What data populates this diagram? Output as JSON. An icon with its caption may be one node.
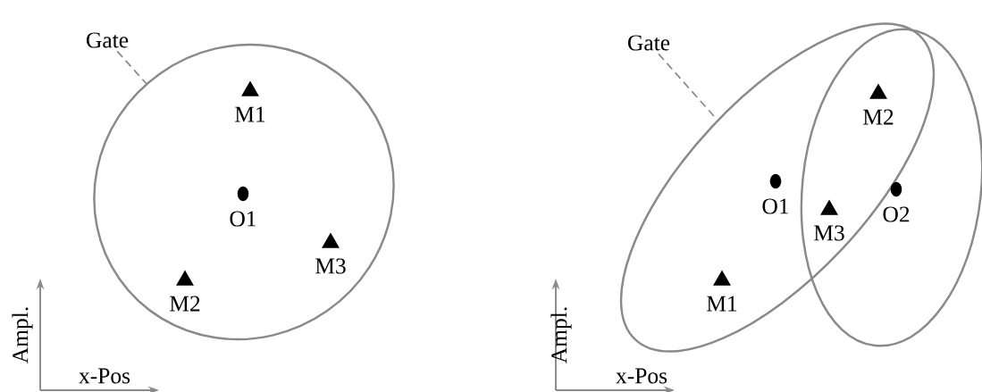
{
  "diagram": {
    "nodes": [
      {
        "text": [
          "Gate"
        ]
      },
      {
        "text": [],
        "shape": "ellipse"
      },
      {
        "text": [],
        "shape": "triangle",
        "beside": [
          "M1"
        ],
        "in": 1
      },
      {
        "text": [],
        "shape": "circle",
        "beside": [
          "O1"
        ],
        "in": 1
      },
      {
        "text": [],
        "shape": "triangle",
        "beside": [
          "M3"
        ],
        "in": 1
      },
      {
        "text": [],
        "shape": "triangle",
        "beside": [
          "M2"
        ],
        "in": 1
      },
      {
        "text": [
          "Gate"
        ]
      },
      {
        "text": [],
        "shape": "ellipse"
      },
      {
        "text": [],
        "shape": "ellipse"
      },
      {
        "text": [],
        "shape": "triangle",
        "beside": [
          "M2"
        ]
      },
      {
        "text": [],
        "shape": "circle",
        "beside": [
          "O1"
        ],
        "in": 7
      },
      {
        "text": [],
        "shape": "triangle",
        "beside": [
          "M3"
        ]
      },
      {
        "text": [],
        "shape": "circle",
        "beside": [
          "O2"
        ],
        "in": 8
      },
      {
        "text": [],
        "shape": "triangle",
        "beside": [
          "M1"
        ],
        "in": 7
      }
    ],
    "edges": [
      {
        "from": 0,
        "to": 1,
        "arrow": "none",
        "style": "dashed"
      },
      {
        "from": 6,
        "to": 7,
        "arrow": "none",
        "style": "dashed"
      }
    ],
    "labels": [
      "Ampl.",
      "x-Pos",
      "Ampl.",
      "x-Pos"
    ]
  }
}
